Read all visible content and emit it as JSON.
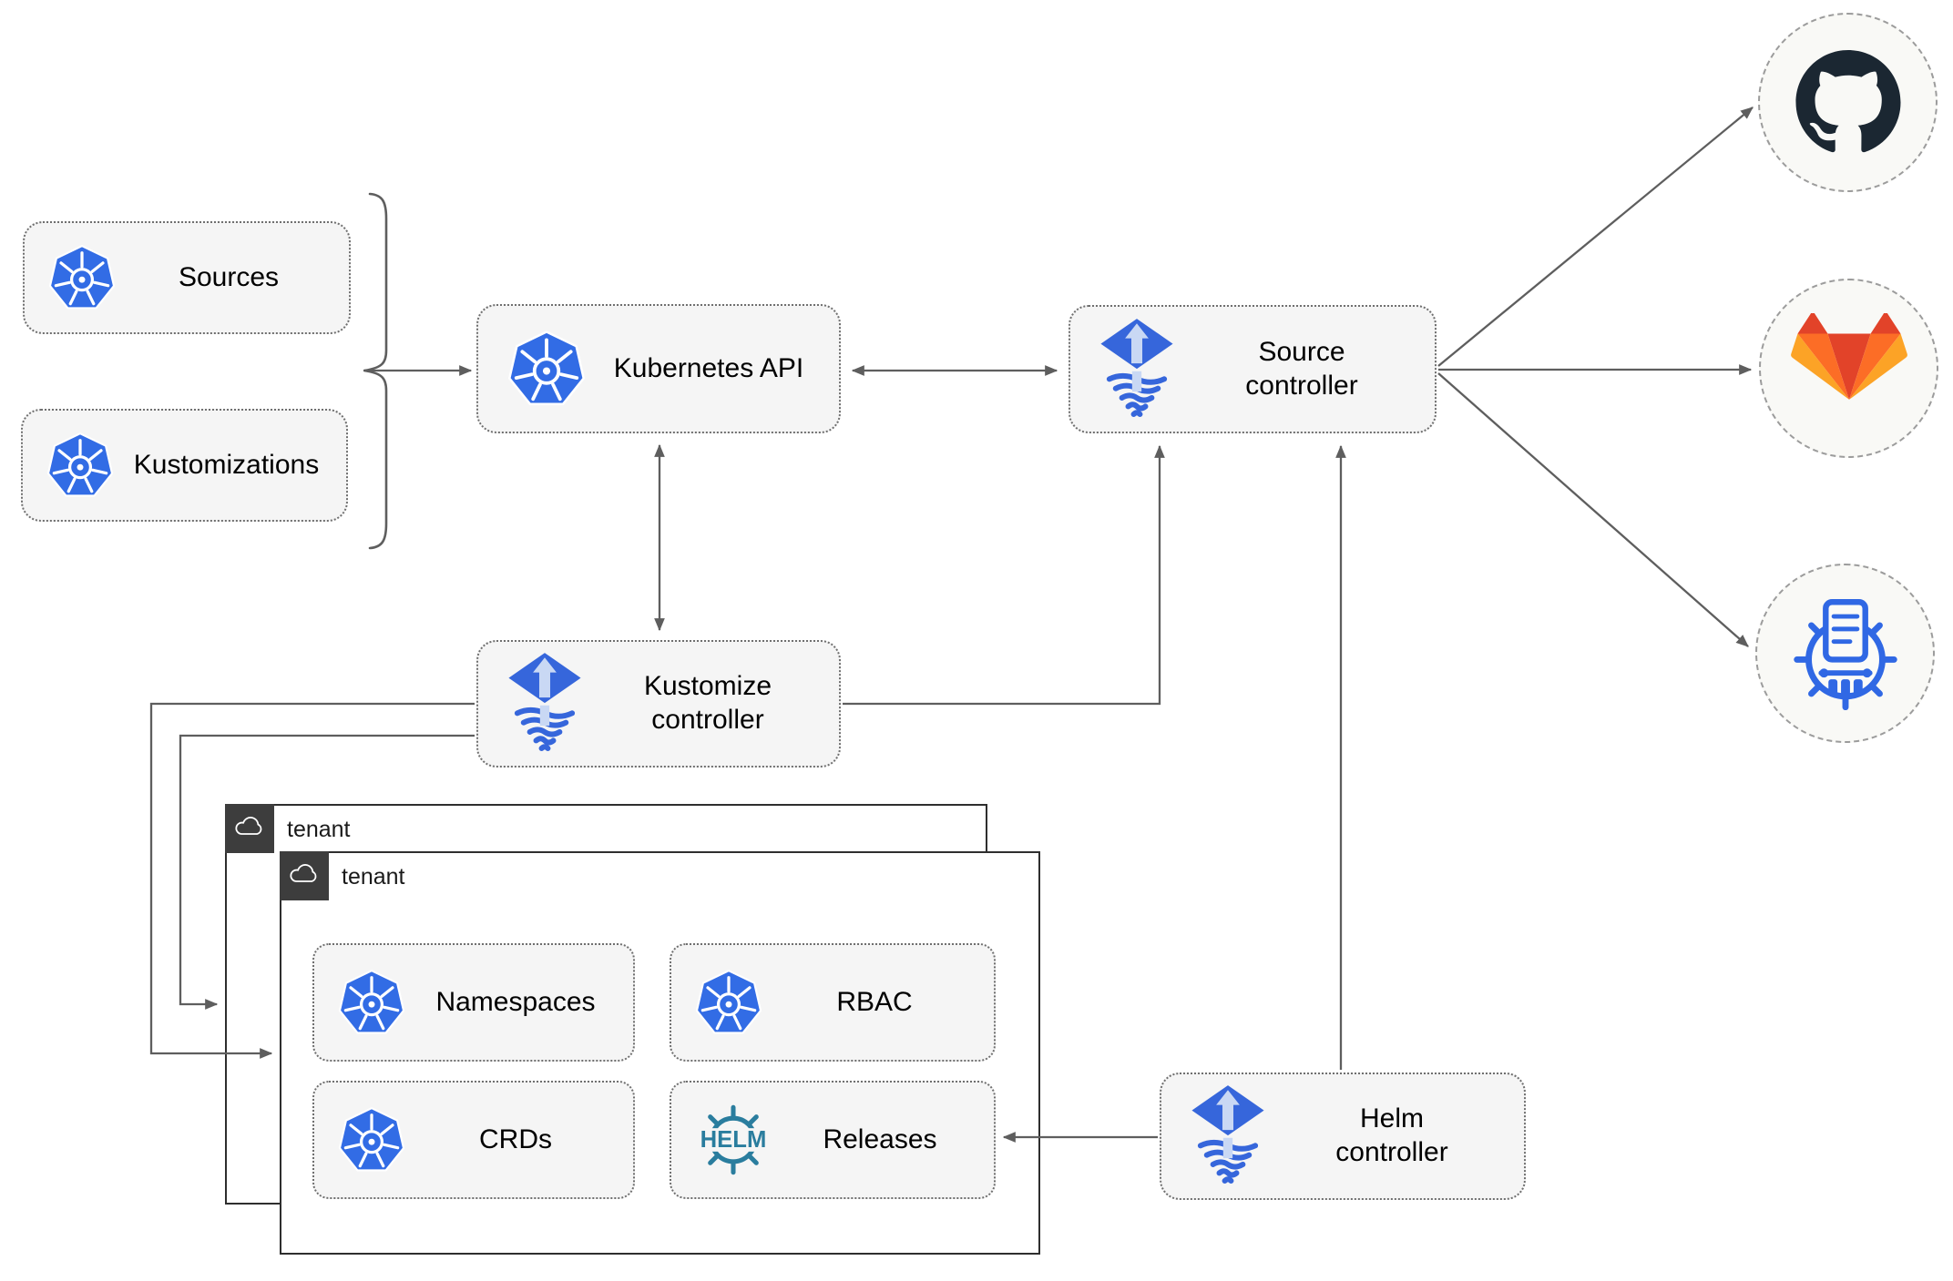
{
  "nodes": {
    "sources": {
      "label": "Sources"
    },
    "kustomizations": {
      "label": "Kustomizations"
    },
    "kubernetes_api": {
      "label": "Kubernetes API"
    },
    "source_controller": {
      "label": "Source\ncontroller"
    },
    "kustomize_controller": {
      "label": "Kustomize\ncontroller"
    },
    "helm_controller": {
      "label": "Helm\ncontroller"
    },
    "tenant_back": {
      "label": "tenant"
    },
    "tenant_front": {
      "label": "tenant"
    },
    "namespaces": {
      "label": "Namespaces"
    },
    "rbac": {
      "label": "RBAC"
    },
    "crds": {
      "label": "CRDs"
    },
    "releases": {
      "label": "Releases"
    }
  },
  "endpoints": {
    "github": {
      "icon": "github-icon"
    },
    "gitlab": {
      "icon": "gitlab-icon"
    },
    "chartmuseum": {
      "icon": "chartmuseum-icon"
    }
  },
  "helm_icon_text": "HELM",
  "icon_names": [
    "kubernetes-icon",
    "flux-icon",
    "helm-icon",
    "cloud-icon",
    "github-icon",
    "gitlab-icon",
    "chartmuseum-icon"
  ],
  "colors": {
    "kubernetes_blue": "#326ce5",
    "flux_blue": "#3666db",
    "flux_light": "#c9d8f4",
    "helm_teal": "#2a7d9e",
    "chartmuseum_blue": "#3068e4",
    "github_dark": "#1b2732",
    "gitlab_red": "#e24329",
    "gitlab_orange": "#fc6d26",
    "gitlab_yellow": "#fca326",
    "line_gray": "#5e5e5e",
    "node_fill": "#f5f5f5",
    "tenant_header": "#3d3d3d"
  }
}
